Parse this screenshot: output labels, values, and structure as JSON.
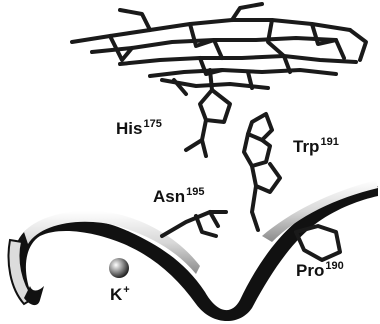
{
  "labels": {
    "his": {
      "name": "His",
      "number": "175"
    },
    "trp": {
      "name": "Trp",
      "number": "191"
    },
    "asn": {
      "name": "Asn",
      "number": "195"
    },
    "pro": {
      "name": "Pro",
      "number": "190"
    },
    "k": {
      "name": "K",
      "charge": "+"
    }
  },
  "colors": {
    "stick": "#1a1a1a",
    "ribbon_light": "#e6e6e6",
    "ribbon_dark": "#111111",
    "text": "#111111"
  }
}
